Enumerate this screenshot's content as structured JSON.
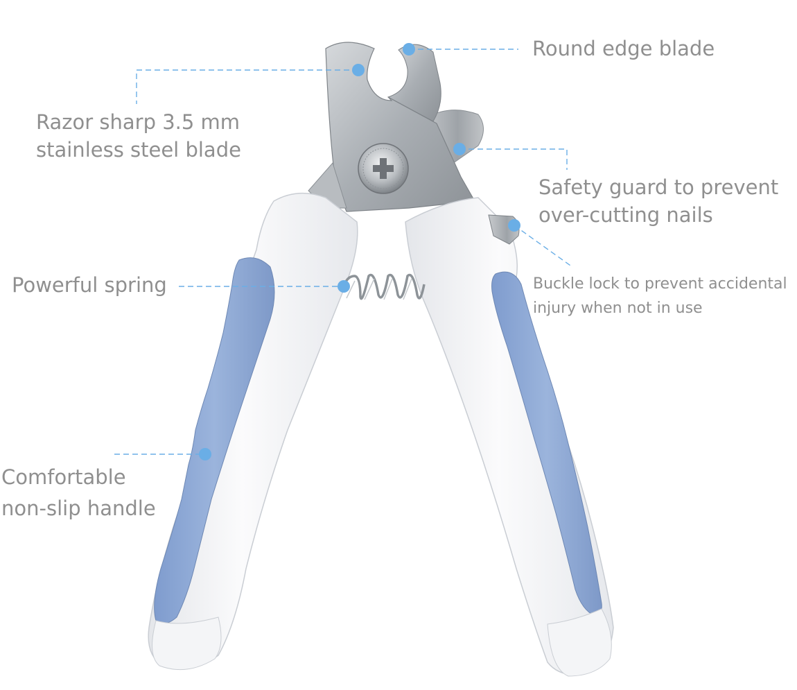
{
  "product_image": {
    "name": "pet nail clipper",
    "colors": {
      "handle_white": "#f3f4f6",
      "grip_blue": "#8ea9d6",
      "blade_steel": "#b4b8bc",
      "spring_steel": "#9aa0a6",
      "callout_line": "#6aaee6",
      "callout_dot": "#6aaee6",
      "label_text": "#8f8f8f"
    }
  },
  "callouts": {
    "round_edge_blade": {
      "lines": [
        "Round edge blade"
      ]
    },
    "razor_blade": {
      "lines": [
        "Razor sharp 3.5 mm",
        "stainless steel blade"
      ]
    },
    "safety_guard": {
      "lines": [
        "Safety guard to prevent",
        "over-cutting nails"
      ]
    },
    "powerful_spring": {
      "lines": [
        "Powerful spring"
      ]
    },
    "buckle_lock": {
      "lines": [
        "Buckle lock to prevent accidental",
        "injury when not in use"
      ]
    },
    "handle": {
      "lines": [
        "Comfortable",
        "non-slip handle"
      ]
    }
  }
}
